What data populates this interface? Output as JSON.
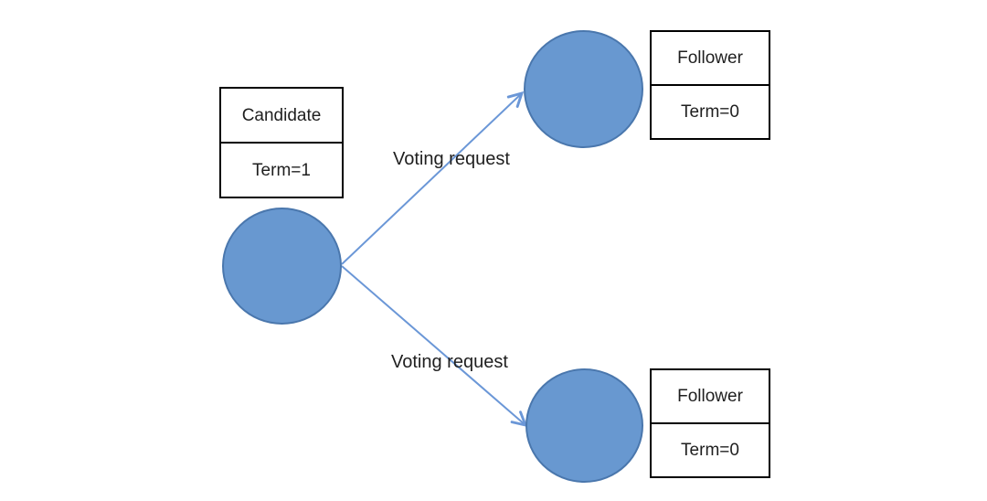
{
  "diagram": {
    "nodes": {
      "candidate": {
        "role": "Candidate",
        "term": "Term=1"
      },
      "follower_top": {
        "role": "Follower",
        "term": "Term=0"
      },
      "follower_bottom": {
        "role": "Follower",
        "term": "Term=0"
      }
    },
    "edges": {
      "top": {
        "label": "Voting request"
      },
      "bottom": {
        "label": "Voting request"
      }
    },
    "colors": {
      "node_fill": "#6898D0",
      "node_border": "#4A77AD",
      "arrow_color": "#6B97D7",
      "box_border": "#000000",
      "bg_color": "#FFFFFF",
      "text_color": "#1F1F1F"
    }
  }
}
